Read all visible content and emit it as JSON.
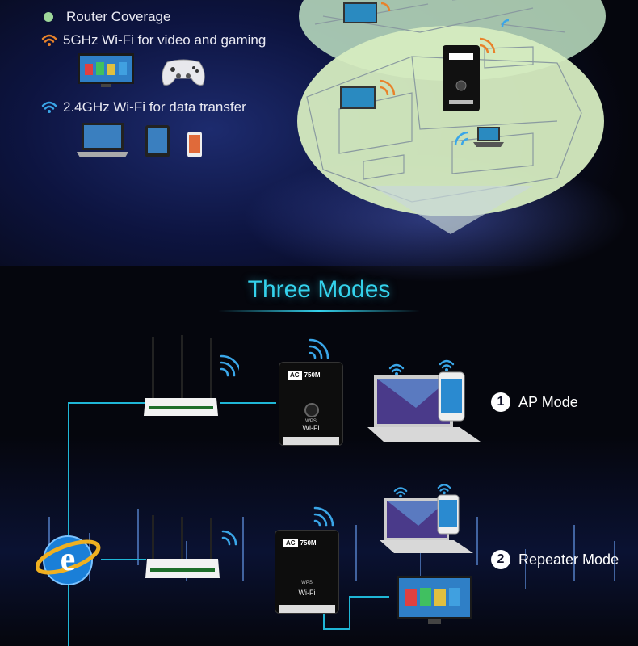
{
  "legend": {
    "coverage_label": "Router Coverage",
    "wifi5_label": "5GHz Wi-Fi for video and gaming",
    "wifi24_label": "2.4GHz Wi-Fi for data transfer"
  },
  "section_title": "Three Modes",
  "modes": [
    {
      "number": "1",
      "label": "AP Mode"
    },
    {
      "number": "2",
      "label": "Repeater Mode"
    }
  ],
  "device": {
    "badge": "AC",
    "model": "750M",
    "wps": "WPS",
    "brand": "Wi-Fi"
  },
  "colors": {
    "accent": "#34d2ec",
    "coverage": "#9ed89a",
    "wifi_orange": "#e8822a",
    "wifi_blue": "#3aa6e8",
    "line": "#1fb6d6"
  }
}
